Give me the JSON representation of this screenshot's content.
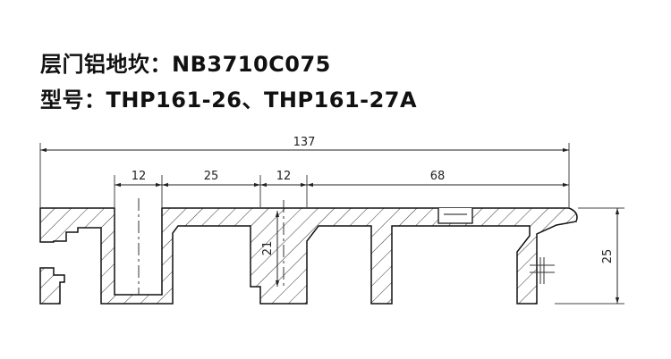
{
  "header": {
    "line1": "层门铝地坎：NB3710C075",
    "line2": "型号：THP161-26、THP161-27A"
  },
  "dimensions": {
    "overall_width": "137",
    "dim_a": "12",
    "dim_b": "25",
    "dim_c": "12",
    "dim_d": "68",
    "groove_depth": "21",
    "overall_height": "25"
  }
}
